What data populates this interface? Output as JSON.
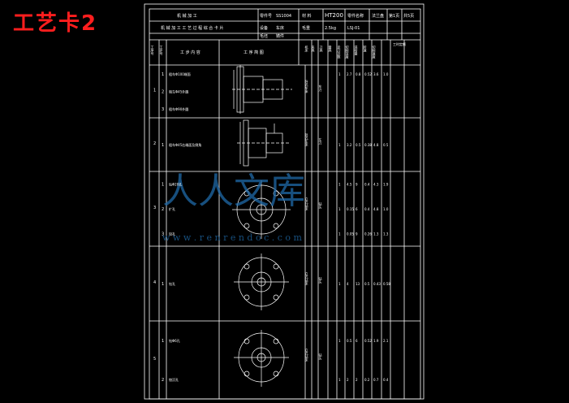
{
  "caption": "工艺卡2",
  "header": {
    "top_left_title": "机 械 加 工",
    "part_no_label": "零件号",
    "part_no": "SS1004",
    "material_label": "材 料",
    "material": "HT200",
    "blank_label": "毛坯",
    "blank": "铸件",
    "part_name_label": "零件名称",
    "part_name": "法兰盘",
    "card_no_label": "LSJ-01",
    "sheet_label": "第1页",
    "sheet_total": "共5页",
    "second_row_title": "机 械 加 工 工 艺 过 程 综 合 卡 片",
    "equip_label": "设备",
    "equip_value": "车床",
    "weight_label": "毛重",
    "weight_value": "2.5kg"
  },
  "columns": {
    "process_no": "工序号",
    "step_no": "工步号",
    "content": "工 步 内 容",
    "sketch": "工 序 简 图",
    "machine": "机床",
    "fixture": "夹具",
    "tool": "刀具",
    "measure": "量具",
    "passes": "走刀次数",
    "depth": "切削深度",
    "feed": "进给量",
    "speed": "转速",
    "cut_speed": "切削速度",
    "time": "工时定额"
  },
  "rows": [
    {
      "process": "1",
      "steps": [
        {
          "no": "1",
          "content": "粗车Φ100端面",
          "passes": "1",
          "depth": "2.7",
          "feed": "0.8",
          "speed": "0.52",
          "cut_speed": "3.6",
          "time": "1.0"
        },
        {
          "no": "2",
          "content": "粗车Φ45外圆",
          "passes": "",
          "depth": "",
          "feed": "",
          "speed": "",
          "cut_speed": "",
          "time": ""
        },
        {
          "no": "3",
          "content": "粗车Φ90外圆",
          "passes": "",
          "depth": "",
          "feed": "",
          "speed": "",
          "cut_speed": "",
          "time": ""
        }
      ],
      "machine": "卧式车床",
      "tool": "车刀"
    },
    {
      "process": "2",
      "steps": [
        {
          "no": "1",
          "content": "粗车Φ45右端面及倒角",
          "passes": "1",
          "depth": "3.2",
          "feed": "0.5",
          "speed": "0.38",
          "cut_speed": "4.8",
          "time": "0.5"
        }
      ],
      "machine": "卧式车床",
      "tool": "车刀"
    },
    {
      "process": "3",
      "steps": [
        {
          "no": "1",
          "content": "钻Φ20孔",
          "passes": "1",
          "depth": "4.5",
          "feed": "9",
          "speed": "0.4",
          "cut_speed": "4.3",
          "time": "1.9"
        },
        {
          "no": "2",
          "content": "扩孔",
          "passes": "1",
          "depth": "0.15",
          "feed": "6",
          "speed": "0.4",
          "cut_speed": "4.8",
          "time": "1.0"
        },
        {
          "no": "3",
          "content": "铰孔",
          "passes": "1",
          "depth": "0.05",
          "feed": "9",
          "speed": "0.26",
          "cut_speed": "1.3",
          "time": "1.3"
        }
      ],
      "machine": "立式钻床",
      "tool": "钻头"
    },
    {
      "process": "4",
      "steps": [
        {
          "no": "1",
          "content": "钻孔",
          "passes": "1",
          "depth": "4",
          "feed": "13",
          "speed": "0.5",
          "cut_speed": "0.43",
          "time": "0.58"
        }
      ],
      "machine": "立式钻床",
      "tool": "钻头"
    },
    {
      "process": "5",
      "steps": [
        {
          "no": "1",
          "content": "钻Φ6孔",
          "passes": "1",
          "depth": "0.5",
          "feed": "6",
          "speed": "0.52",
          "cut_speed": "1.9",
          "time": "2.1"
        },
        {
          "no": "2",
          "content": "锪沉孔",
          "passes": "1",
          "depth": "2",
          "feed": "2",
          "speed": "0.2",
          "cut_speed": "0.7",
          "time": "0.4"
        }
      ],
      "machine": "立式钻床",
      "tool": "钻头"
    }
  ],
  "watermark": {
    "logo_text": "人人文库",
    "url_text": "w w w . r e n r e n d o c . c o m"
  }
}
